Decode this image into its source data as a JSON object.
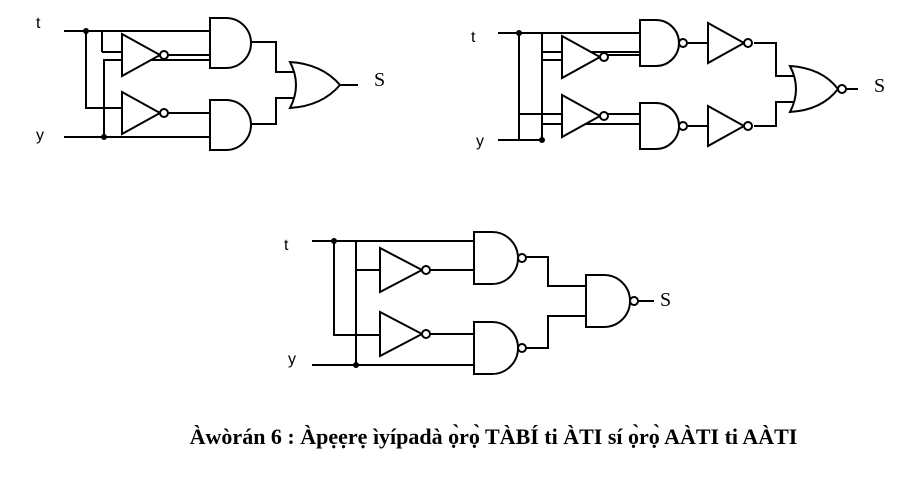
{
  "diagrams": [
    {
      "input_top": "t",
      "input_bottom": "y",
      "output": "S"
    },
    {
      "input_top": "t",
      "input_bottom": "y",
      "output": "S"
    },
    {
      "input_top": "t",
      "input_bottom": "y",
      "output": "S"
    }
  ],
  "caption": "Àwòrán 6 :  Àpẹẹrẹ ìyípadà  ọ̀rọ̀ TÀBÍ ti ÀTI sí  ọ̀rọ̀ AÀTI ti AÀTI"
}
